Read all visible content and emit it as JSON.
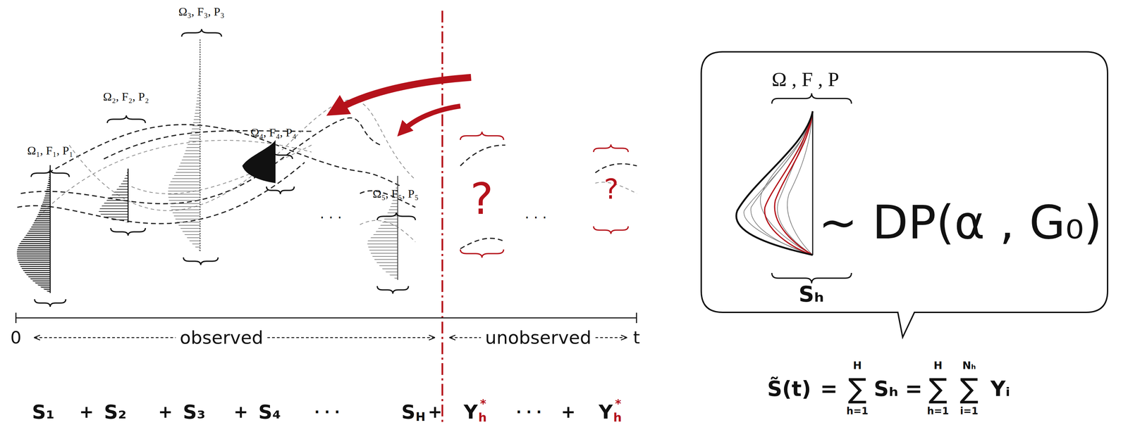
{
  "diagram": {
    "nodes": [
      {
        "text": [
          "Ω , F , P",
          "~ DP(α , G₀)",
          "Sₕ"
        ]
      }
    ],
    "labels": [
      "Ω₁, F₁, P₁",
      "Ω₂, F₂, P₂",
      "Ω₃, F₃, P₃",
      "Ω₄, F₄, P₄",
      "Ω₅, F₅, P₅",
      "?",
      "?",
      "· · ·",
      "· · ·",
      "0",
      "observed",
      "unobserved",
      "t",
      "S₁",
      "+",
      "S₂",
      "+",
      "S₃",
      "+",
      "S₄",
      "· · ·",
      "S",
      "H",
      "+",
      "Y",
      "h",
      "*",
      "· · ·",
      "+",
      "Y",
      "h",
      "*",
      "S̃(t)",
      "=",
      "H",
      "∑",
      "h=1",
      "Sₕ",
      "=",
      "H",
      "∑",
      "h=1",
      "Nₕ",
      "∑",
      "i=1",
      "Yᵢ"
    ]
  }
}
